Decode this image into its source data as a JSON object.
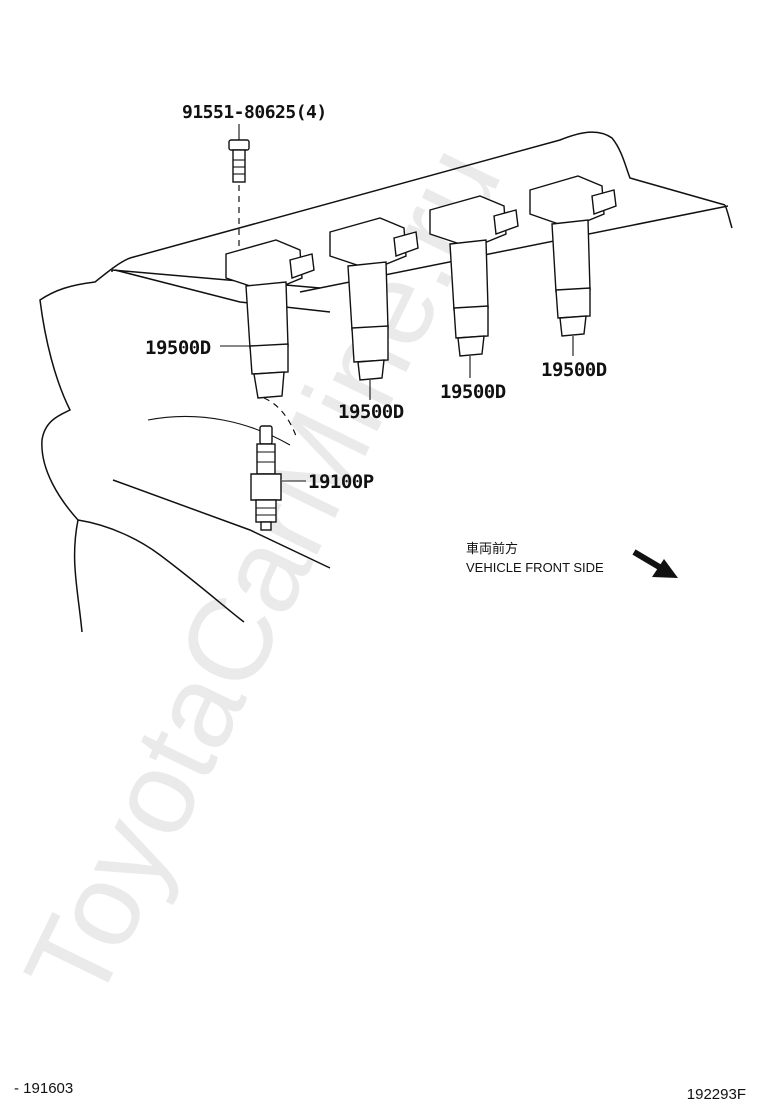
{
  "labels": {
    "bolt": "91551-80625(4)",
    "coil_1": "19500D",
    "coil_2": "19500D",
    "coil_3": "19500D",
    "coil_4": "19500D",
    "spark_plug": "19100P"
  },
  "direction": {
    "jp": "車両前方",
    "en": "VEHICLE FRONT SIDE"
  },
  "footer": {
    "left": "- 191603",
    "right": "192293F"
  },
  "watermark": "ToyotaCarMine.ru"
}
